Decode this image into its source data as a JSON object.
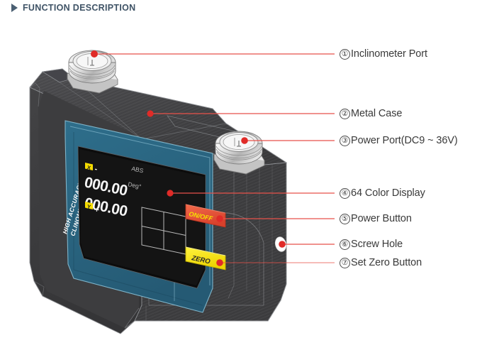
{
  "header": {
    "title": "FUNCTION DESCRIPTION",
    "bullet_icon": "triangle-right-icon",
    "color": "#3f5366"
  },
  "colors": {
    "leader_line": "#e8524a",
    "leader_dot": "#e02b28",
    "case_dark": "#3b3b3d",
    "case_mid": "#4a4a4c",
    "case_light": "#5a5a5c",
    "faceplate_teal": "#2b6782",
    "lcd_black": "#121212",
    "button_power": "#e8533a",
    "button_zero": "#f5e400",
    "metal_light": "#e8e8e8",
    "metal_mid": "#bdbdbd"
  },
  "device": {
    "side_text_line1": "HIGH ACCURACY",
    "side_text_line2": "CLINOMETER",
    "display": {
      "axis_x_badge": "X",
      "axis_y_badge": "Y",
      "value_x": "000.00",
      "value_y": "000.00",
      "sign_x": "-",
      "sign_y": "+",
      "mode_label": "ABS",
      "unit_label": "Deg°",
      "grid_name": "level-grid"
    },
    "power_button_label": "ON/OFF",
    "zero_button_label": "ZERO",
    "port_top_name": "inclinometer-port",
    "port_side_name": "power-port",
    "screw_hole_name": "screw-hole"
  },
  "callouts": [
    {
      "num": "①",
      "text": "Inclinometer Port",
      "id": "inclinometer-port"
    },
    {
      "num": "②",
      "text": "Metal Case",
      "id": "metal-case"
    },
    {
      "num": "③",
      "text": "Power Port(DC9 ~ 36V)",
      "id": "power-port"
    },
    {
      "num": "④",
      "text": "64 Color Display",
      "id": "color-display"
    },
    {
      "num": "⑤",
      "text": "Power Button",
      "id": "power-button"
    },
    {
      "num": "⑥",
      "text": "Screw Hole",
      "id": "screw-hole"
    },
    {
      "num": "⑦",
      "text": "Set Zero Button",
      "id": "set-zero-button"
    }
  ]
}
